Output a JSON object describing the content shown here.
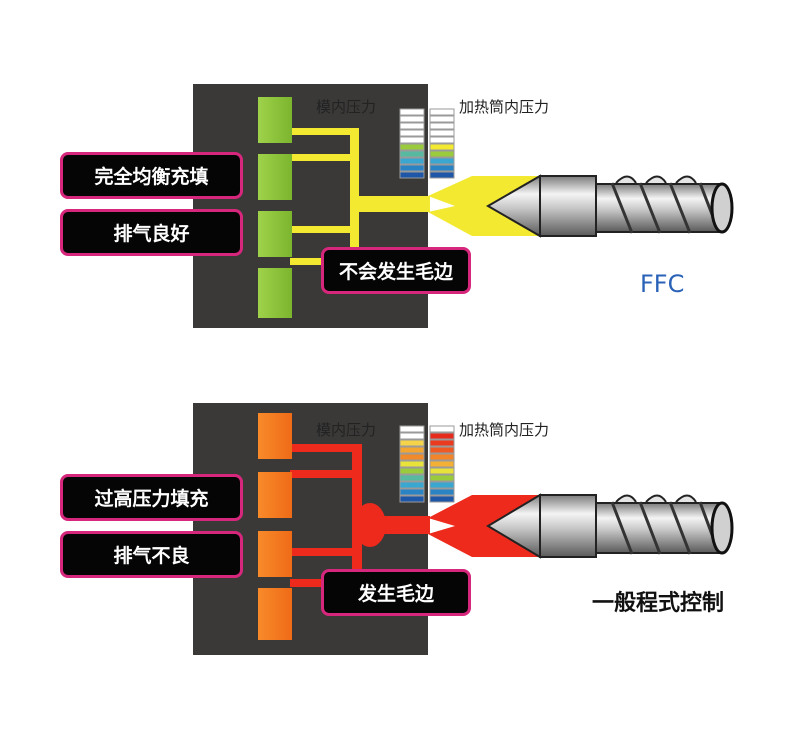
{
  "colors": {
    "die_background": "#3b3938",
    "callout_border": "#d6277c",
    "ffc_melt": "#f2e930",
    "ffc_cavity": "#8cc43c",
    "conv_melt": "#ee2a1c",
    "conv_cavity": "#f47a20",
    "ffc_mode_text": "#2a62b8"
  },
  "top_panel": {
    "mold_pressure_label": "模内压力",
    "barrel_pressure_label": "加热筒内压力",
    "callouts": [
      "完全均衡充填",
      "排气良好",
      "不会发生毛边"
    ],
    "mode_label": "FFC"
  },
  "bottom_panel": {
    "mold_pressure_label": "模内压力",
    "barrel_pressure_label": "加热筒内压力",
    "callouts": [
      "过高压力填充",
      "排气不良",
      "发生毛边"
    ],
    "mode_label": "一般程式控制"
  }
}
